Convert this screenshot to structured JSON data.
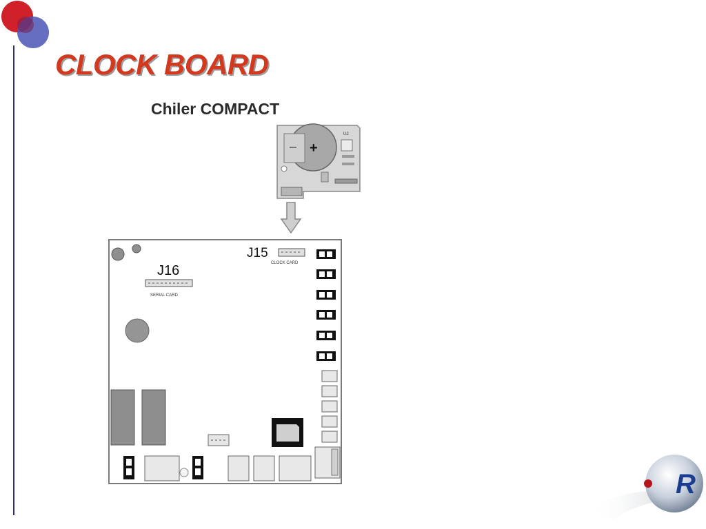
{
  "slide": {
    "title": "CLOCK BOARD",
    "subtitle": "Chiler COMPACT",
    "colors": {
      "title": "#d2391e",
      "accent_red": "#d0202a",
      "accent_blue": "#4a55b5"
    }
  },
  "diagram": {
    "clock_card": {
      "label": "U2",
      "battery_symbol": "+"
    },
    "main_board": {
      "j15": {
        "label": "J15",
        "caption": "CLOCK CARD"
      },
      "j16": {
        "label": "J16",
        "caption": "SERIAL CARD"
      }
    },
    "arrow": "down-arrow"
  },
  "logo": {
    "letter": "R"
  }
}
